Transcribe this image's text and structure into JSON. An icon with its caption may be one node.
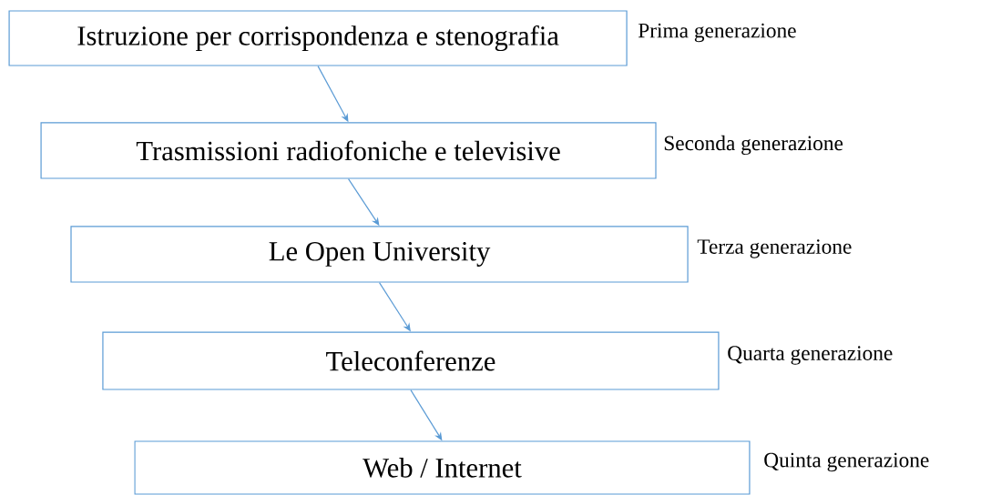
{
  "diagram": {
    "nodes": [
      {
        "text": [
          "Istruzione per corrispondenza e stenografia"
        ],
        "beside": [
          "Prima generazione"
        ]
      },
      {
        "text": [
          "Trasmissioni radiofoniche e televisive"
        ],
        "beside": [
          "Seconda generazione"
        ]
      },
      {
        "text": [
          "Le Open University"
        ],
        "beside": [
          "Terza generazione"
        ]
      },
      {
        "text": [
          "Teleconferenze"
        ],
        "beside": [
          "Quarta generazione"
        ]
      },
      {
        "text": [
          "Web / Internet"
        ],
        "beside": [
          "Quinta generazione"
        ]
      }
    ],
    "edges": [
      {
        "from": 0,
        "to": 1,
        "arrow": "to"
      },
      {
        "from": 1,
        "to": 2,
        "arrow": "to"
      },
      {
        "from": 2,
        "to": 3,
        "arrow": "to"
      },
      {
        "from": 3,
        "to": 4,
        "arrow": "to"
      }
    ]
  }
}
